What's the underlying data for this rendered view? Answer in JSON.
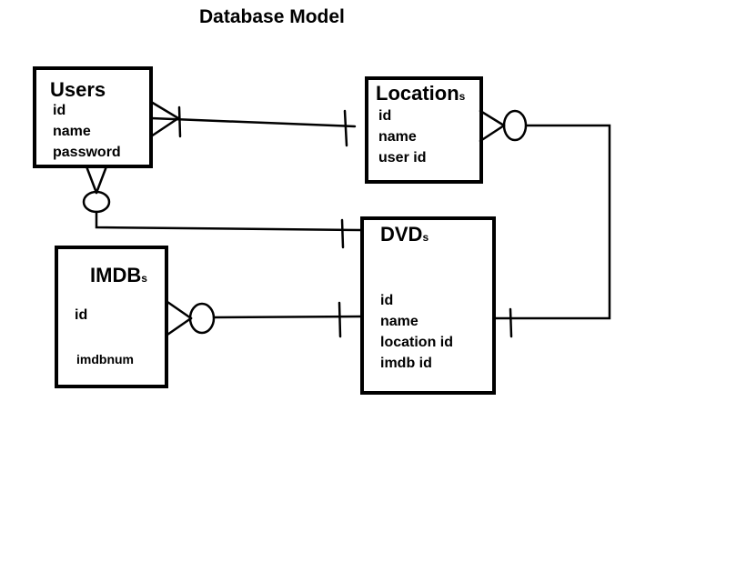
{
  "title": "Database Model",
  "entities": {
    "users": {
      "name": "Users",
      "suffix": "",
      "attributes": [
        "id",
        "name",
        "password"
      ]
    },
    "locations": {
      "name": "Location",
      "suffix": "s",
      "attributes": [
        "id",
        "name",
        "user id"
      ]
    },
    "dvds": {
      "name": "DVD",
      "suffix": "s",
      "attributes": [
        "id",
        "name",
        "location id",
        "imdb id"
      ]
    },
    "imdbs": {
      "name": "IMDB",
      "suffix": "s",
      "attributes": [
        "id",
        "imdbnum"
      ]
    }
  }
}
